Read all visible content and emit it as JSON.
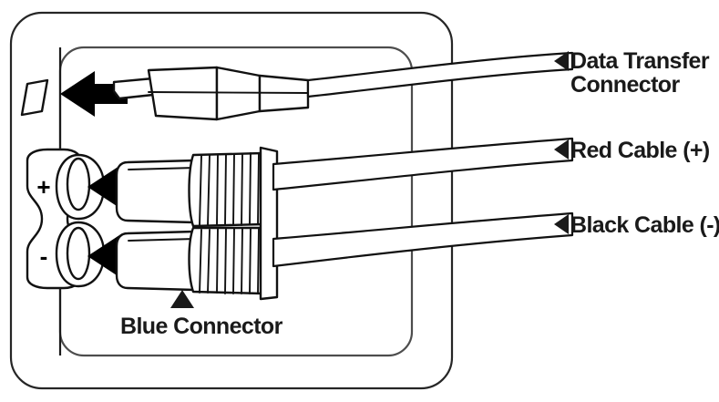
{
  "diagram": {
    "title": "Device Connection Ports Diagram",
    "description": "Line drawing of a device panel showing a data transfer connector port and positive/negative power terminals with attached cables",
    "colors": {
      "line": "#111111",
      "body_outline": "#262626",
      "panel_outline": "#4d4d4d",
      "text": "#1a1a1a",
      "arrow": "#000000",
      "background": "#ffffff"
    }
  },
  "callouts": [
    {
      "id": "data-transfer-connector",
      "lines": [
        "Data Transfer",
        "Connector"
      ],
      "marker": "left-triangle",
      "target": "data-port"
    },
    {
      "id": "red-cable",
      "lines": [
        "Red Cable (+)"
      ],
      "marker": "left-triangle",
      "target": "positive-terminal"
    },
    {
      "id": "black-cable",
      "lines": [
        "Black Cable (-)"
      ],
      "marker": "left-triangle",
      "target": "negative-terminal"
    },
    {
      "id": "blue-connector",
      "lines": [
        "Blue Connector"
      ],
      "marker": "up-triangle",
      "target": "threaded-collar"
    }
  ],
  "ports": {
    "data_port_symbol": "parallelogram",
    "positive_label": "+",
    "negative_label": "-"
  },
  "arrows": [
    {
      "id": "arrow-data-port",
      "direction": "left",
      "target": "data-port"
    },
    {
      "id": "arrow-positive",
      "direction": "left",
      "target": "positive-terminal"
    },
    {
      "id": "arrow-negative",
      "direction": "left",
      "target": "negative-terminal"
    }
  ]
}
